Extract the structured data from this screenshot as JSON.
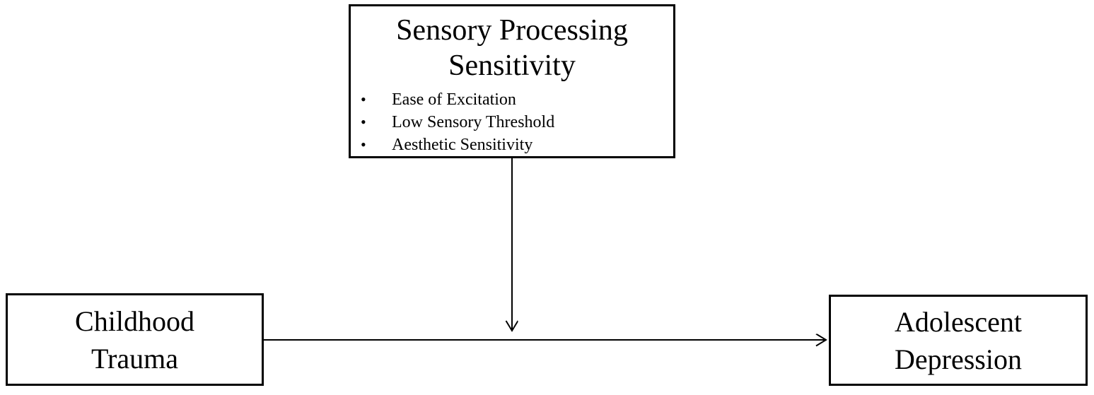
{
  "diagram": {
    "bullet_glyph": "•",
    "moderator_box": {
      "title_lines": [
        "Sensory Processing",
        "Sensitivity"
      ],
      "bullets": [
        "Ease of Excitation",
        "Low Sensory Threshold",
        "Aesthetic Sensitivity"
      ]
    },
    "predictor_box": {
      "lines": [
        "Childhood",
        "Trauma"
      ]
    },
    "outcome_box": {
      "lines": [
        "Adolescent",
        "Depression"
      ]
    },
    "colors": {
      "background": "#ffffff",
      "box_border": "#000000",
      "text": "#000000",
      "arrow": "#000000"
    }
  }
}
